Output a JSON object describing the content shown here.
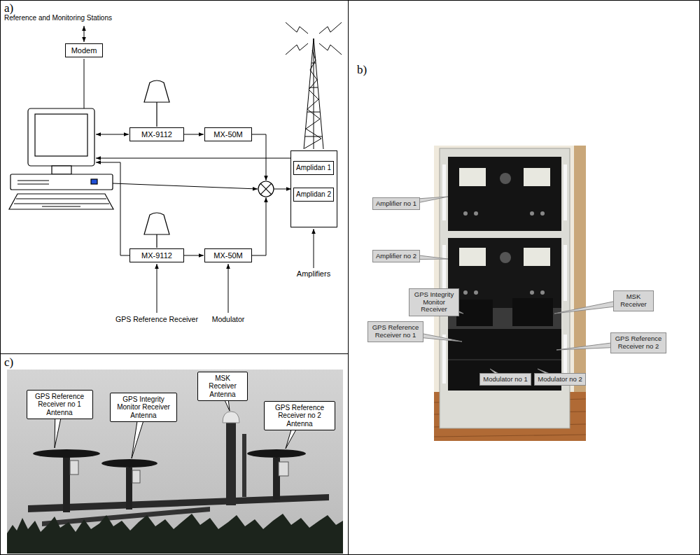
{
  "diagram": {
    "nodes": [
      {
        "text": [
          "Modem"
        ]
      },
      {
        "text": [
          "MX-9112"
        ]
      },
      {
        "text": [
          "MX-50M"
        ]
      },
      {
        "text": [
          "Amplifiers"
        ]
      },
      {
        "text": [
          "Amplidan 1"
        ],
        "in": 3
      },
      {
        "text": [
          "Amplidan 2"
        ],
        "in": 3
      },
      {
        "text": [
          "MX-9112"
        ]
      },
      {
        "text": [
          "MX-50M"
        ]
      },
      {
        "text": [
          "Amplifier no 1"
        ]
      },
      {
        "text": [
          "Amplifier no 2"
        ]
      },
      {
        "text": [
          "GPS Integrity Monitor Receiver"
        ]
      },
      {
        "text": [
          "MSK Receiver"
        ]
      },
      {
        "text": [
          "GPS Reference Receiver no 1"
        ]
      },
      {
        "text": [
          "GPS Reference Receiver no 2"
        ]
      },
      {
        "text": [
          "Modulator no 1"
        ]
      },
      {
        "text": [
          "Modulator no 2"
        ]
      },
      {
        "text": [
          "GPS Reference Receiver no 1 Antenna"
        ]
      },
      {
        "text": [
          "GPS Integrity Monitor Receiver Antenna"
        ]
      },
      {
        "text": [
          "MSK Receiver Antenna"
        ]
      },
      {
        "text": [
          "GPS Reference Receiver no 2 Antenna"
        ]
      }
    ],
    "edges": [
      {
        "from": 1,
        "to": 2,
        "arrow": "to"
      },
      {
        "from": 6,
        "to": 7,
        "arrow": "to"
      }
    ],
    "labels": [
      "a)",
      "Reference and Monitoring Stations",
      "GPS Reference Receiver",
      "Modulator",
      "b)",
      "c)"
    ]
  }
}
